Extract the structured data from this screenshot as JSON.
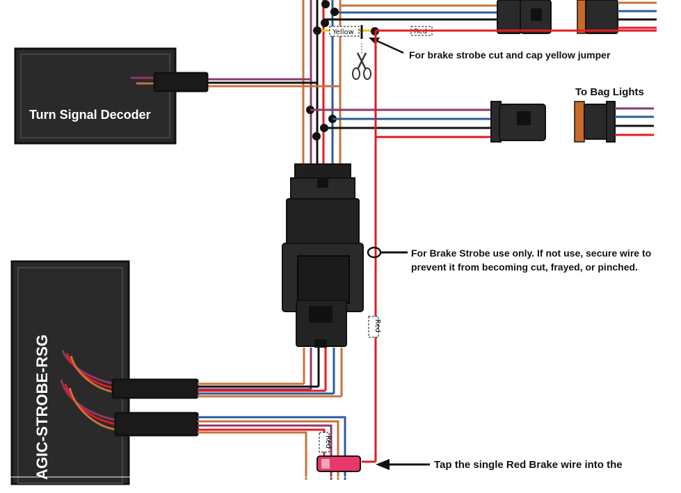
{
  "modules": {
    "decoder_label": "Turn Signal Decoder",
    "strobe_label": "AGIC-STROBE-RSG"
  },
  "tags": {
    "yellow": "Yellow",
    "red_top": "Red",
    "red_vertical": "Red",
    "red_bottom": "Red"
  },
  "annotations": {
    "cut_yellow": "For brake strobe cut and cap yellow jumper",
    "bag_lights": "To Bag Lights",
    "brake_strobe_line1": "For Brake Strobe use only. If not use, secure wire to",
    "brake_strobe_line2": "prevent it from becoming cut, frayed, or pinched.",
    "tap_red": "Tap the single Red Brake wire into the"
  },
  "colors": {
    "wire_red": "#e31b23",
    "wire_orange": "#c8733a",
    "wire_purple": "#8b3a6b",
    "wire_blue": "#2a5d9a",
    "wire_black": "#111111",
    "wire_yellow": "#f0c419",
    "module_body": "#2a2a2a",
    "connector_orange": "#c76b28",
    "tap_pink": "#e8386a"
  }
}
